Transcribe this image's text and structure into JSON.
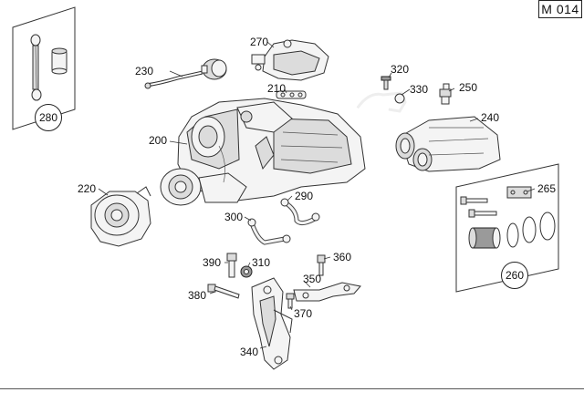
{
  "diagram": {
    "code": "M 014",
    "callouts": {
      "c200": "200",
      "c210": "210",
      "c220": "220",
      "c230": "230",
      "c240": "240",
      "c250": "250",
      "c270": "270",
      "c290": "290",
      "c300": "300",
      "c310": "310",
      "c320": "320",
      "c330": "330",
      "c340": "340",
      "c350": "350",
      "c360": "360",
      "c370": "370",
      "c380": "380",
      "c390": "390",
      "c265": "265"
    },
    "kits": {
      "k280": "280",
      "k260": "260"
    }
  }
}
